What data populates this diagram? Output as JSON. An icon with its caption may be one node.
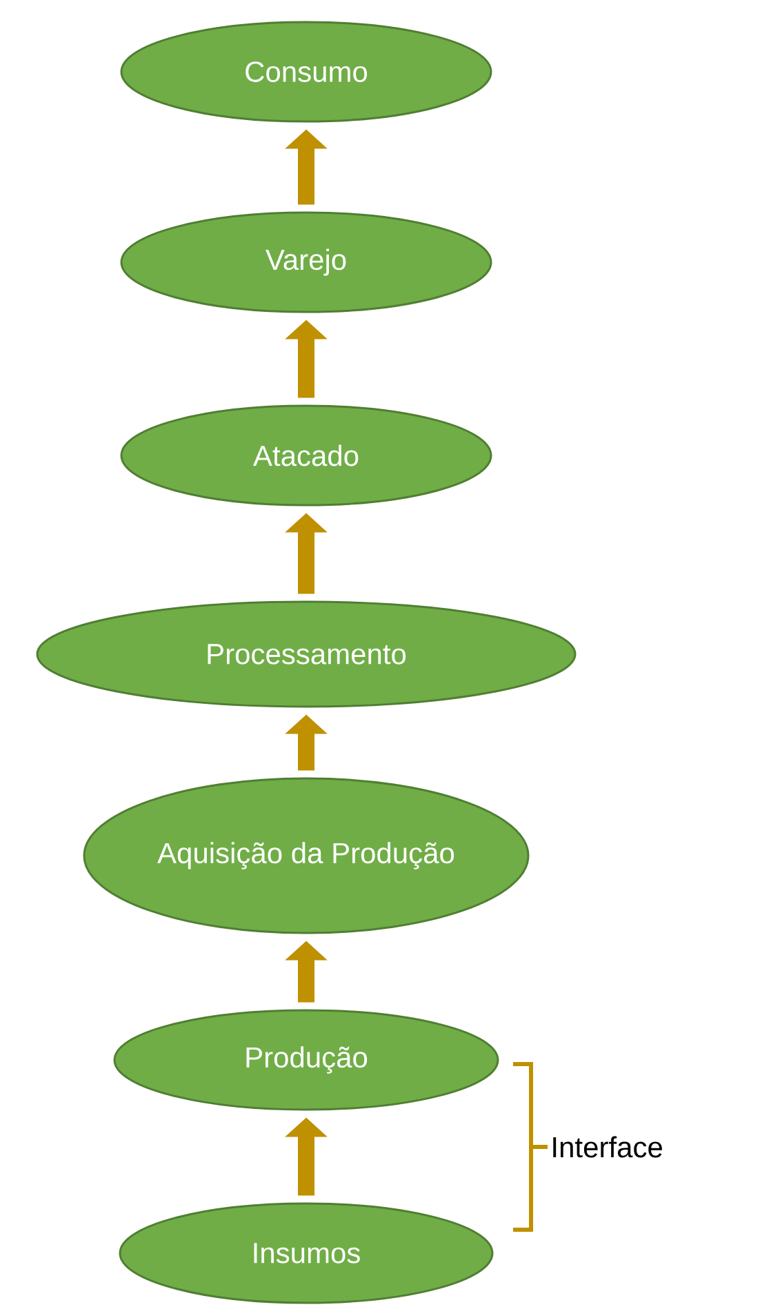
{
  "diagram": {
    "nodes": [
      {
        "text": [
          "Consumo"
        ]
      },
      {
        "text": [
          "Varejo"
        ]
      },
      {
        "text": [
          "Atacado"
        ]
      },
      {
        "text": [
          "Processamento"
        ]
      },
      {
        "text": [
          "Aquisição da Produção"
        ]
      },
      {
        "text": [
          "Produção"
        ]
      },
      {
        "text": [
          "Insumos"
        ]
      }
    ],
    "edges": [
      {
        "from": 1,
        "to": 0,
        "arrow": "to"
      },
      {
        "from": 2,
        "to": 1,
        "arrow": "to"
      },
      {
        "from": 3,
        "to": 2,
        "arrow": "to"
      },
      {
        "from": 4,
        "to": 3,
        "arrow": "to"
      },
      {
        "from": 5,
        "to": 4,
        "arrow": "to"
      },
      {
        "from": 6,
        "to": 5,
        "arrow": "to"
      }
    ],
    "labels": [
      "Interface"
    ]
  }
}
